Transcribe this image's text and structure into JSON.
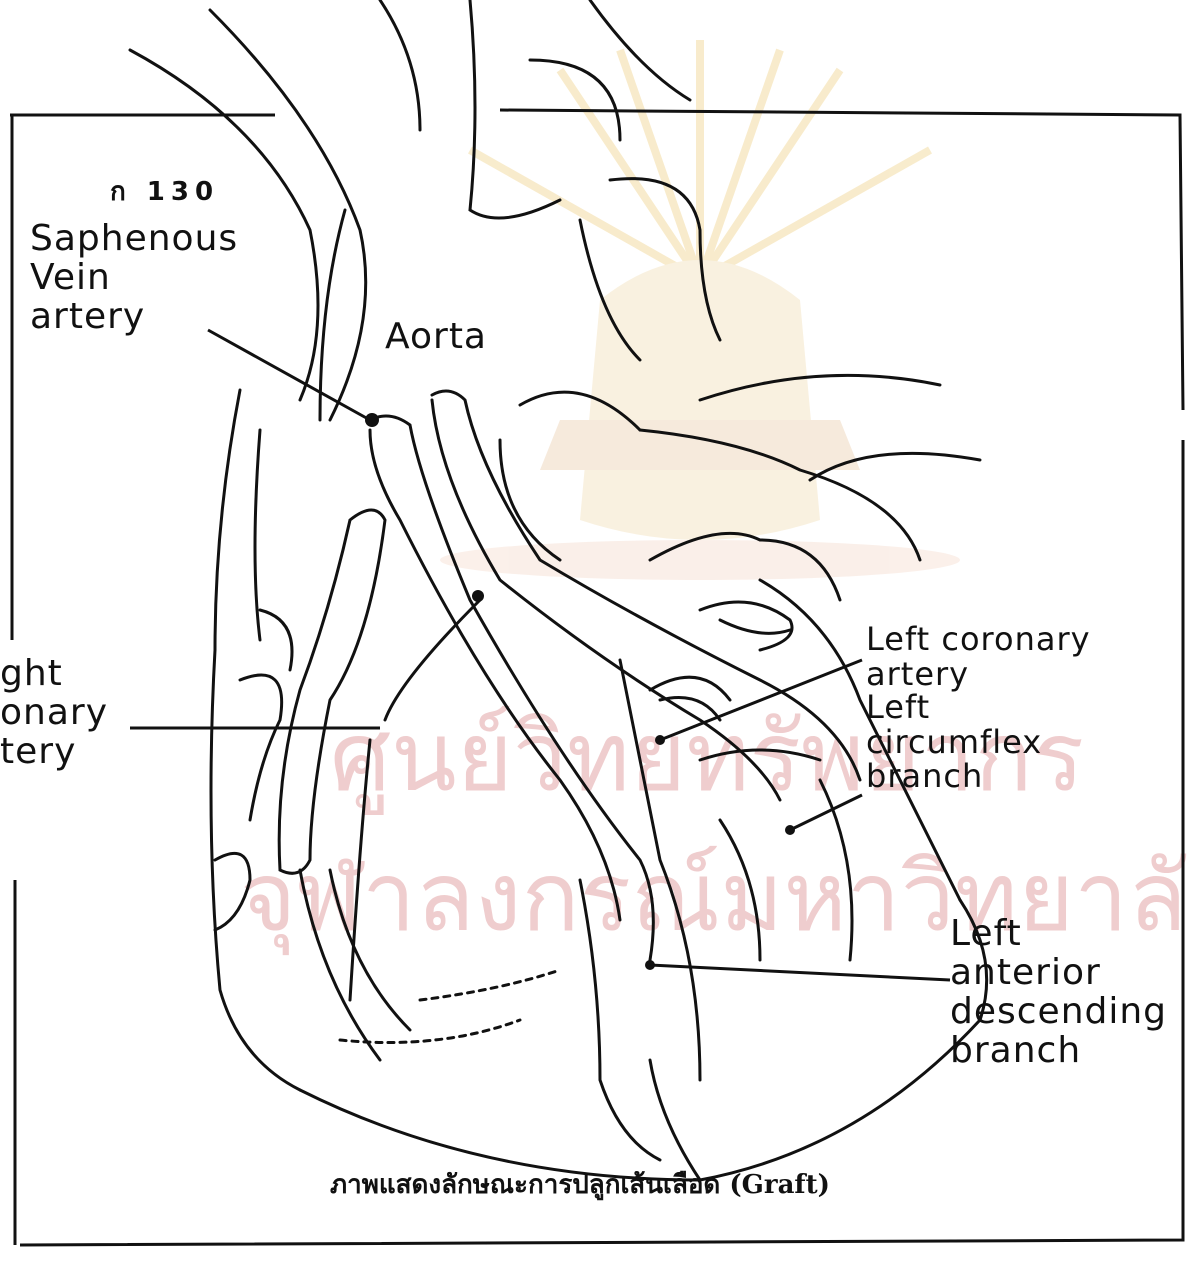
{
  "page_number": "ก 130",
  "labels": {
    "saphenous": "Saphenous\nVein\nartery",
    "aorta": "Aorta",
    "right_coronary": "ght\nonary\ntery",
    "left_coronary": "Left coronary\nartery",
    "left_circumflex": "Left\ncircumflex\nbranch",
    "lad": "Left\nanterior\ndescending\nbranch"
  },
  "caption": "ภาพแสดงลักษณะการปลูกเส้นเลือด (Graft)",
  "colors": {
    "ink": "#111111",
    "watermark": "#e9b9ba",
    "sun": "#f3dca4"
  }
}
